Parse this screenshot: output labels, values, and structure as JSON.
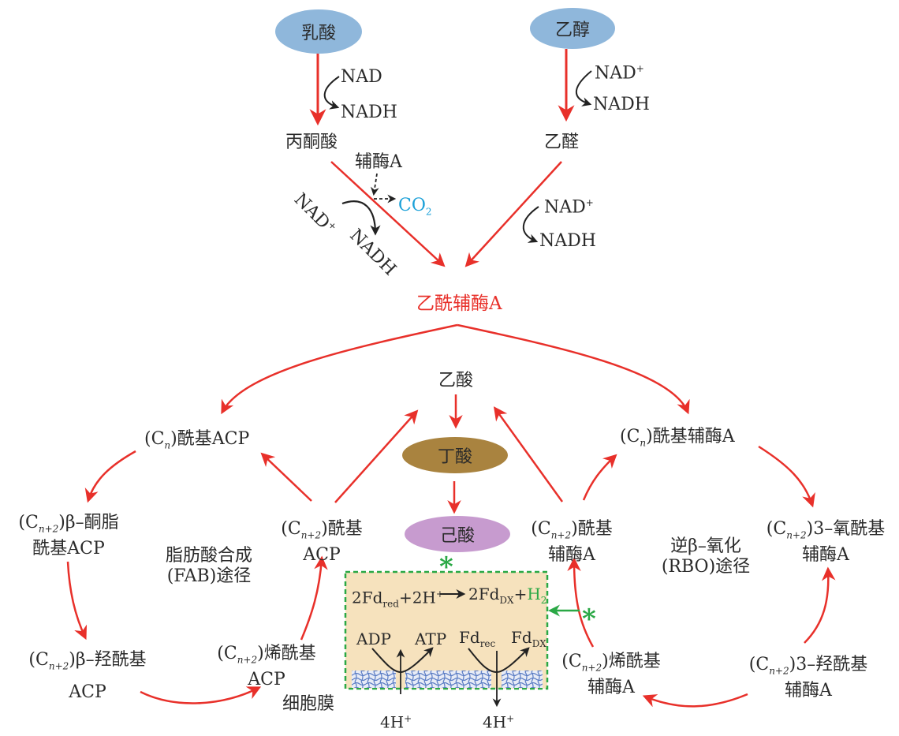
{
  "colors": {
    "arrow": "#e8302a",
    "lactate_node": "#8fb7db",
    "ethanol_node": "#8fb7db",
    "butyrate_node": "#a9833f",
    "hexanoate_node": "#c79bcf",
    "membrane_box_fill": "#f6e2bd",
    "membrane_box_border": "#2aa845",
    "co2": "#1aa0d8",
    "h2": "#2aa845",
    "acetyl_coa": "#e8302a"
  },
  "nodes": {
    "lactate": "乳酸",
    "ethanol": "乙醇",
    "pyruvate": "丙酮酸",
    "acetaldehyde": "乙醛",
    "acetyl_coa": "乙酰辅酶A",
    "acetate": "乙酸",
    "butyrate": "丁酸",
    "hexanoate": "己酸",
    "coa": "辅酶A",
    "co2": "CO",
    "co2_sub": "2"
  },
  "cofactors": {
    "lactate_nad": "NAD",
    "lactate_nadh": "NADH",
    "ethanol_nad": "NAD",
    "ethanol_nad_sup": "+",
    "ethanol_nadh": "NADH",
    "pyruvate_nad": "NAD",
    "pyruvate_nad_sup": "+",
    "pyruvate_nadh": "NADH",
    "acetaldehyde_nad": "NAD",
    "acetaldehyde_nad_sup": "+",
    "acetaldehyde_nadh": "NADH"
  },
  "fab": {
    "pathway_label_1": "脂肪酸合成",
    "pathway_label_2": "(FAB)途径",
    "acyl_acp": {
      "pre": "(C",
      "sub": "n",
      "post": ")酰基ACP"
    },
    "ketoacyl": {
      "pre": "(C",
      "sub": "n+2",
      "post": ")β–酮脂",
      "line2": "酰基ACP"
    },
    "hydroxyacyl": {
      "pre": "(C",
      "sub": "n+2",
      "post": ")β–羟酰基",
      "line2": "ACP"
    },
    "enoyl": {
      "pre": "(C",
      "sub": "n+2",
      "post": ")烯酰基",
      "line2": "ACP"
    },
    "acyl_n2": {
      "pre": "(C",
      "sub": "n+2",
      "post": ")酰基",
      "line2": "ACP"
    }
  },
  "rbo": {
    "pathway_label_1": "逆β–氧化",
    "pathway_label_2": "(RBO)途径",
    "acyl_coa": {
      "pre": "(C",
      "sub": "n",
      "post": ")酰基辅酶A"
    },
    "oxoacyl": {
      "pre": "(C",
      "sub": "n+2",
      "post": ")3–氧酰基",
      "line2": "辅酶A"
    },
    "hydroxyacyl": {
      "pre": "(C",
      "sub": "n+2",
      "post": ")3–羟酰基",
      "line2": "辅酶A"
    },
    "enoyl": {
      "pre": "(C",
      "sub": "n+2",
      "post": ")烯酰基",
      "line2": "辅酶A"
    },
    "acyl_n2": {
      "pre": "(C",
      "sub": "n+2",
      "post": ")酰基",
      "line2": "辅酶A"
    }
  },
  "membrane": {
    "label": "细胞膜",
    "reaction": {
      "a": "2Fd",
      "a_sub": "red",
      "b": "+2H",
      "b_sup": "+",
      "c": "2Fd",
      "c_sub": "DX",
      "d": "+",
      "h2": "H",
      "h2_sub": "2"
    },
    "adp": "ADP",
    "atp": "ATP",
    "fd_rec": "Fd",
    "fd_rec_sub": "rec",
    "fd_dx": "Fd",
    "fd_dx_sub": "DX",
    "proton_left": "4H",
    "proton_right": "4H",
    "proton_sup": "+",
    "asterisk": "*"
  }
}
